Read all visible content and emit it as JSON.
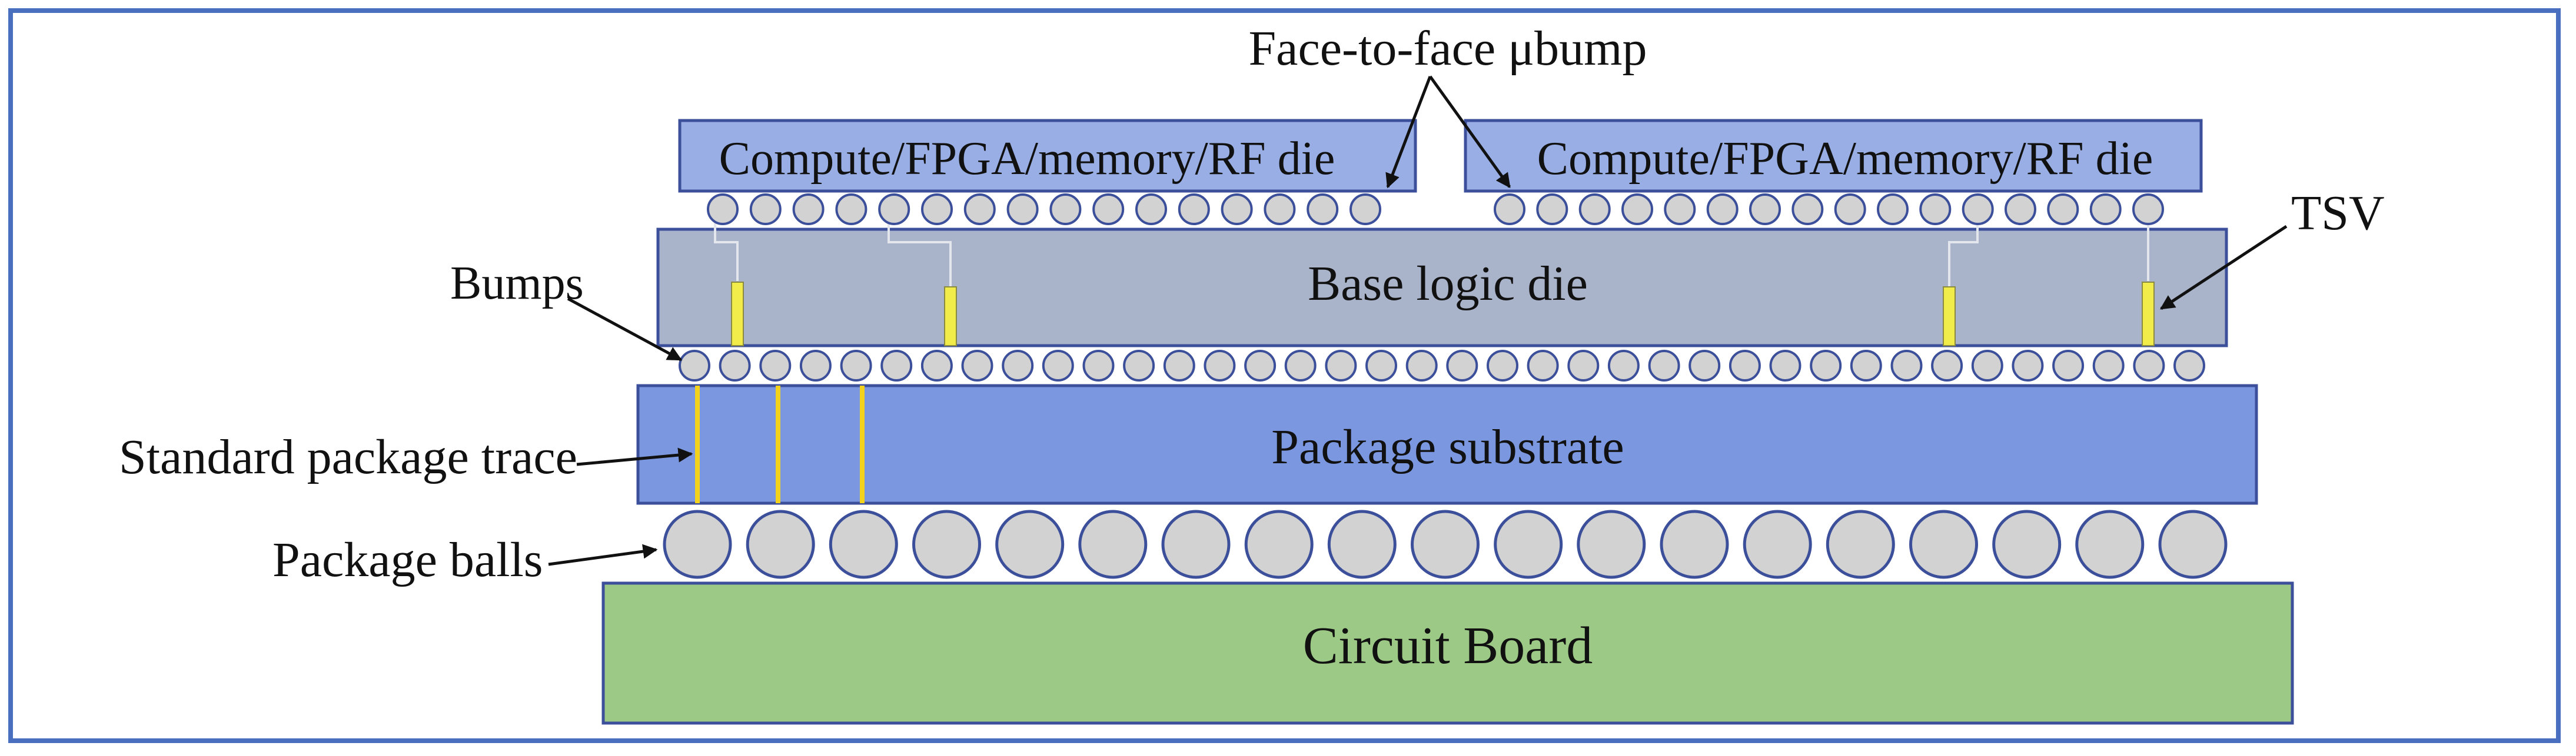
{
  "diagram": {
    "labels": {
      "face_to_face": "Face-to-face μbump",
      "left_die": "Compute/FPGA/memory/RF die",
      "right_die": "Compute/FPGA/memory/RF die",
      "tsv": "TSV",
      "bumps": "Bumps",
      "base_logic_die": "Base logic die",
      "standard_package_trace": "Standard package trace",
      "package_substrate": "Package substrate",
      "package_balls": "Package balls",
      "circuit_board": "Circuit Board"
    },
    "colors": {
      "frame": "#4a6fbe",
      "die": "#98aee4",
      "base_die": "#a9b3c9",
      "substrate": "#7b97e0",
      "board": "#9dc986",
      "bump_fill": "#d2d2d2",
      "outline": "#3c4f9a",
      "tsv": "#f2ec4a",
      "trace": "#f2d21a"
    }
  }
}
